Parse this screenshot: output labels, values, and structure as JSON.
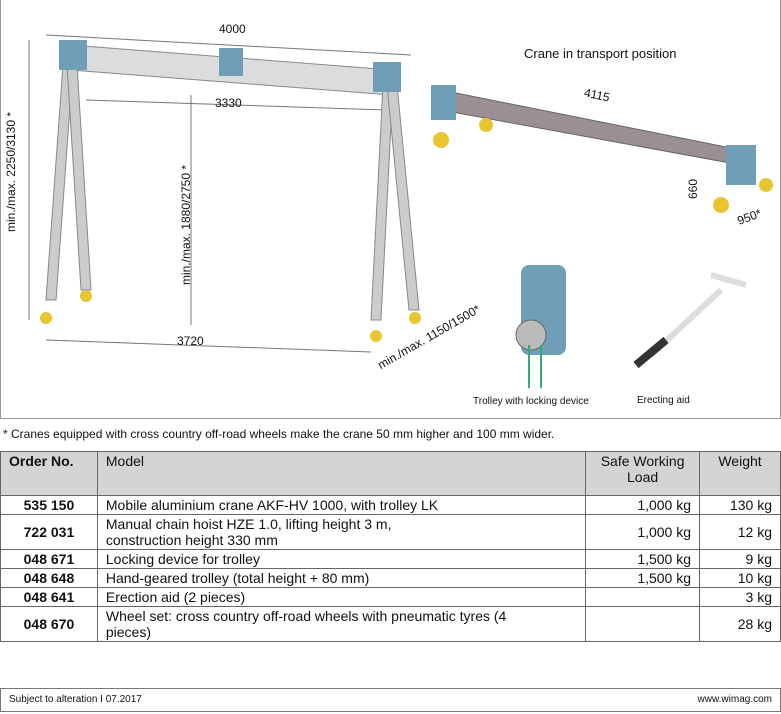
{
  "figure": {
    "dim_span": "4000",
    "dim_inner": "3330",
    "dim_base": "3720",
    "dim_height_total": "min./max. 2250/3130 *",
    "dim_height_hook": "min./max. 1880/2750 *",
    "dim_width": "min./max. 1150/1500*",
    "transport_title": "Crane in transport position",
    "dim_transport_length": "4115",
    "dim_transport_height": "660",
    "dim_transport_width": "950*",
    "caption_trolley": "Trolley with locking device",
    "caption_erecting": "Erecting aid"
  },
  "note": "* Cranes equipped with cross country off-road wheels make the crane 50 mm higher and 100 mm wider.",
  "table": {
    "headers": [
      "Order No.",
      "Model",
      "Safe Working Load",
      "Weight"
    ],
    "rows": [
      {
        "order": "535 150",
        "model": "Mobile aluminium crane AKF-HV 1000, with trolley LK",
        "load": "1,000 kg",
        "weight": "130 kg"
      },
      {
        "order": "722 031",
        "model": "Manual chain hoist HZE 1.0, lifting height 3 m, construction height 330 mm",
        "load": "1,000 kg",
        "weight": "12 kg"
      },
      {
        "order": "048 671",
        "model": "Locking device for trolley",
        "load": "1,500 kg",
        "weight": "9 kg"
      },
      {
        "order": "048 648",
        "model": "Hand-geared trolley (total height + 80 mm)",
        "load": "1,500 kg",
        "weight": "10 kg"
      },
      {
        "order": "048 641",
        "model": "Erection aid (2 pieces)",
        "load": "",
        "weight": "3 kg"
      },
      {
        "order": "048 670",
        "model": "Wheel set: cross country off-road wheels with pneumatic tyres (4 pieces)",
        "load": "",
        "weight": "28 kg"
      }
    ]
  },
  "footer": {
    "left": "Subject to alteration I 07.2017",
    "right": "www.wimag.com"
  },
  "colors": {
    "frame": "#6f9fb8",
    "beam": "#dcdcdc",
    "wheel": "#e8c630",
    "header_bg": "#d4d4d4"
  }
}
